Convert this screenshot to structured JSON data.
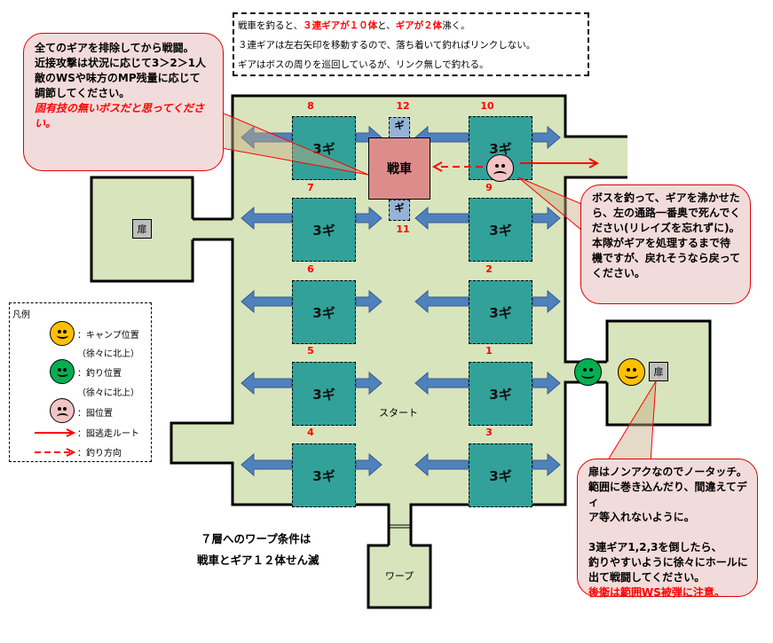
{
  "notes": {
    "line1_a": "戦車を釣ると、",
    "line1_b": "３連ギアが１０体",
    "line1_c": "と、",
    "line1_d": "ギアが２体",
    "line1_e": "沸く。",
    "line2": "３連ギアは左右矢印を移動するので、落ち着いて釣ればリンクしない。",
    "line3": "ギアはボスの周りを巡回しているが、リンク無しで釣れる。"
  },
  "callout_left": {
    "lines": [
      "全てのギアを排除してから戦闘。",
      "近接攻撃は状況に応じて3＞2＞1人",
      "敵のWSや味方のMP残量に応じて",
      "調節してください。"
    ],
    "warning": "固有技の無いボスだと思ってください。"
  },
  "callout_right_top": {
    "lines": [
      "ボスを釣って、ギアを沸かせた",
      "ら、左の通路一番奥で死んでく",
      "ださい(リレイズを忘れずに)。",
      "本隊がギアを処理するまで待",
      "機ですが、戻れそうなら戻って",
      "ください。"
    ]
  },
  "callout_right_bottom": {
    "lines": [
      "扉はノンアクなのでノータッチ。",
      "範囲に巻き込んだり、間違えてディ",
      "ア等入れないように。",
      "",
      "3連ギア1,2,3を倒したら、",
      "釣りやすいように徐々にホールに",
      "出て戦闘してください。"
    ],
    "warning": "後衛は範囲WS被弾に注意。"
  },
  "map": {
    "tank_label": "戦車",
    "gear_label": "3ギ",
    "small_gear_label": "ギ",
    "door_label": "扉",
    "start_label": "スタート",
    "warp_label": "ワープ",
    "gear_numbers": [
      "8",
      "10",
      "7",
      "9",
      "6",
      "2",
      "5",
      "1",
      "4",
      "3"
    ],
    "small_gear_numbers": [
      "12",
      "11"
    ]
  },
  "legend": {
    "title": "凡例",
    "items": [
      {
        "label": "：キャンプ位置",
        "sub": "（徐々に北上）",
        "icon": "yellow-smiley-icon",
        "color": "#ffc000"
      },
      {
        "label": "：釣り位置",
        "sub": "（徐々に北上）",
        "icon": "green-smiley-icon",
        "color": "#00b050"
      },
      {
        "label": "：囮位置",
        "icon": "pink-sad-face-icon",
        "color": "#f2c4c4"
      },
      {
        "label": "：囮逃走ルート",
        "icon": "red-solid-arrow-icon",
        "color": "#ff0000"
      },
      {
        "label": "：釣り方向",
        "icon": "red-dashed-arrow-icon",
        "color": "#ff0000"
      }
    ]
  },
  "warp_condition": {
    "line1": "７層へのワープ条件は",
    "line2": "戦車とギア１２体せん滅"
  }
}
